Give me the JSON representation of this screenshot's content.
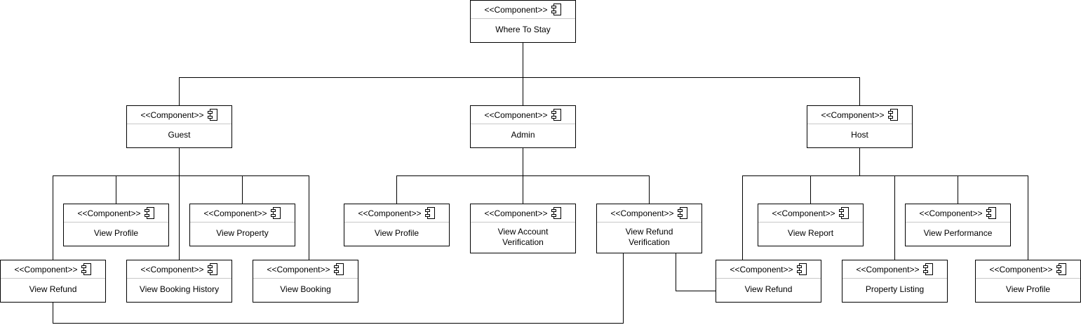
{
  "stereotype": "<<Component>>",
  "components": {
    "root": {
      "label": "Where To Stay"
    },
    "guest": {
      "label": "Guest"
    },
    "admin": {
      "label": "Admin"
    },
    "host": {
      "label": "Host"
    },
    "guest_view_profile": {
      "label": "View Profile"
    },
    "guest_view_property": {
      "label": "View Property"
    },
    "guest_view_refund": {
      "label": "View Refund"
    },
    "guest_view_booking_history": {
      "label": "View Booking History"
    },
    "guest_view_booking": {
      "label": "View Booking"
    },
    "admin_view_profile": {
      "label": "View Profile"
    },
    "admin_view_account_verification": {
      "label": "View Account Verification"
    },
    "admin_view_refund_verification": {
      "label": "View Refund Verification"
    },
    "host_view_refund": {
      "label": "View Refund"
    },
    "host_view_report": {
      "label": "View Report"
    },
    "host_property_listing": {
      "label": "Property Listing"
    },
    "host_view_performance": {
      "label": "View Performance"
    },
    "host_view_profile": {
      "label": "View Profile"
    }
  }
}
